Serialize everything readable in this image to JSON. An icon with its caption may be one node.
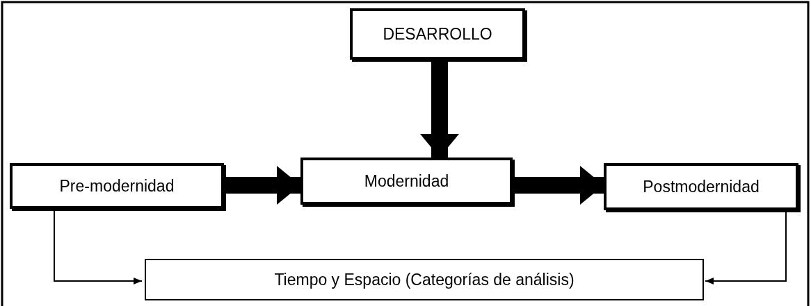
{
  "diagram": {
    "nodes": [
      {
        "text": [
          "DESARROLLO"
        ]
      },
      {
        "text": [
          "Pre-modernidad"
        ]
      },
      {
        "text": [
          "Modernidad"
        ]
      },
      {
        "text": [
          "Postmodernidad"
        ]
      },
      {
        "text": [
          "Tiempo y Espacio (Categorías de análisis)"
        ]
      }
    ],
    "edges": [
      {
        "from": 0,
        "to": 2,
        "arrow": "to"
      },
      {
        "from": 1,
        "to": 2,
        "arrow": "to"
      },
      {
        "from": 2,
        "to": 3,
        "arrow": "to"
      },
      {
        "from": 1,
        "to": 4,
        "arrow": "to"
      },
      {
        "from": 3,
        "to": 4,
        "arrow": "to"
      }
    ]
  }
}
